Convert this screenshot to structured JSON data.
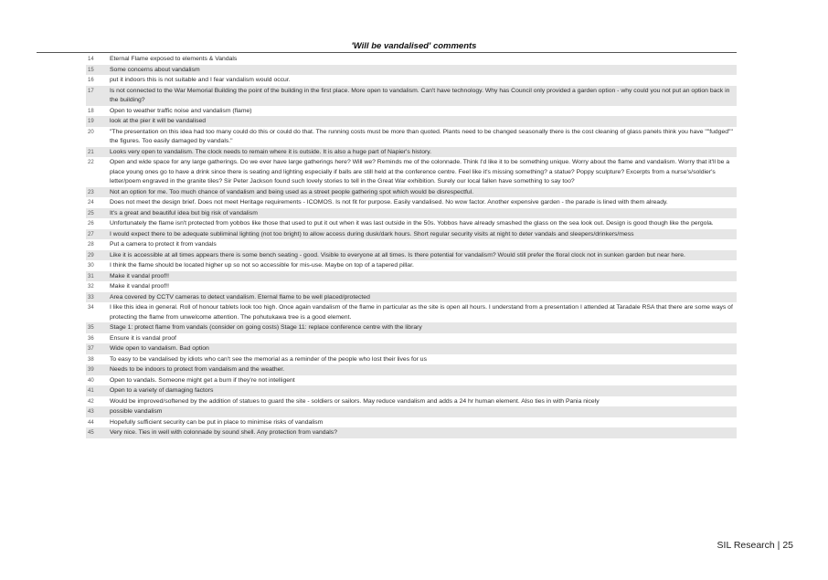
{
  "title": "'Will be vandalised' comments",
  "footer": "SIL Research | 25",
  "rows": [
    {
      "n": "14",
      "t": "Eternal Flame exposed to elements & Vandals"
    },
    {
      "n": "15",
      "t": "Some concerns about vandalism"
    },
    {
      "n": "16",
      "t": "put it indoors this is not suitable and I fear vandalism would occur."
    },
    {
      "n": "17",
      "t": "Is not connected to the War Memorial Building the point of the building in the first place. More open to vandalism. Can't have technology. Why has Council only provided a garden option - why could you not put an option back in the building?"
    },
    {
      "n": "18",
      "t": "Open to weather traffic noise and vandalism (flame)"
    },
    {
      "n": "19",
      "t": "look at the pier it will be vandalised"
    },
    {
      "n": "20",
      "t": "\"The presentation on this idea had too many could do this or could do that. The running costs must be more than quoted. Plants need to be changed seasonally there is the cost cleaning of glass panels think you have \"\"fudged\"\" the figures. Too easily damaged by vandals.\""
    },
    {
      "n": "21",
      "t": "Looks very open to vandalism. The clock needs to remain where it is outside. It is also a huge part of Napier's history."
    },
    {
      "n": "22",
      "t": "Open and wide space for any large gatherings. Do we ever have large gatherings here? Will we? Reminds me of the colonnade. Think I'd like it to be something unique. Worry about the flame and vandalism. Worry that it'll be a place young ones go to have a drink since there is seating and lighting especially if balls are still held at the conference centre. Feel like it's missing something? a statue? Poppy sculpture? Excerpts from a nurse's/soldier's letter/poem engraved in the granite tiles? Sir Peter Jackson found such lovely stories to tell in the Great War exhibition. Surely our local fallen have something to say too?"
    },
    {
      "n": "23",
      "t": "Not an option for me. Too much chance of vandalism and being used as a street people gathering spot which would be disrespectful."
    },
    {
      "n": "24",
      "t": "Does not meet the design brief. Does not meet Heritage requirements - ICOMOS. Is not fit for purpose. Easily vandalised. No wow factor. Another expensive garden - the parade is lined with them already."
    },
    {
      "n": "25",
      "t": "It's a great and beautiful idea but big risk of vandalism"
    },
    {
      "n": "26",
      "t": "Unfortunately the flame isn't protected from yobbos like those that used to put it out when it was last outside in the 50s. Yobbos have already smashed the glass on the sea look out. Design is good though like the pergola."
    },
    {
      "n": "27",
      "t": "I would expect there to be adequate subliminal lighting (not too bright) to allow access during dusk/dark hours. Short regular security visits at night to deter vandals and sleepers/drinkers/mess"
    },
    {
      "n": "28",
      "t": "Put a camera to protect it from vandals"
    },
    {
      "n": "29",
      "t": "Like it is accessible at all times appears there is some bench seating - good. Visible to everyone at all times. Is there potential for vandalism? Would still prefer the floral clock not in sunken garden but near here."
    },
    {
      "n": "30",
      "t": "I think the flame should be located higher up so not so accessible for mis-use. Maybe on top of a tapered pillar."
    },
    {
      "n": "31",
      "t": "Make it vandal proof!!"
    },
    {
      "n": "32",
      "t": "Make it vandal proof!!"
    },
    {
      "n": "33",
      "t": "Area covered by CCTV cameras to detect vandalism. Eternal flame to be well placed/protected"
    },
    {
      "n": "34",
      "t": "I like this idea in general. Roll of honour tablets look too high. Once again vandalism of the flame in particular as the site is open all hours. I understand from a presentation I attended at Taradale RSA that there are some ways of protecting the flame from unwelcome attention. The pohutukawa tree is a good element."
    },
    {
      "n": "35",
      "t": "Stage 1: protect flame from vandals (consider on going costs) Stage 11: replace conference centre with the library"
    },
    {
      "n": "36",
      "t": "Ensure it is vandal proof"
    },
    {
      "n": "37",
      "t": "Wide open to vandalism. Bad option"
    },
    {
      "n": "38",
      "t": "To easy to be vandalised by idiots who can't see the memorial as a reminder of the people who lost their lives for us"
    },
    {
      "n": "39",
      "t": "Needs to be indoors to protect from vandalism and the weather."
    },
    {
      "n": "40",
      "t": "Open to vandals. Someone might get a burn if they're not intelligent"
    },
    {
      "n": "41",
      "t": "Open to a variety of damaging factors"
    },
    {
      "n": "42",
      "t": "Would be improved/softened by the addition of statues to guard the site - soldiers or sailors. May reduce vandalism and adds a 24 hr human element. Also ties in with Pania nicely"
    },
    {
      "n": "43",
      "t": "possible vandalism"
    },
    {
      "n": "44",
      "t": "Hopefully sufficient security can be put in place to minimise risks of vandalism"
    },
    {
      "n": "45",
      "t": "Very nice. Ties in well with colonnade by sound shell. Any protection from vandals?"
    }
  ]
}
